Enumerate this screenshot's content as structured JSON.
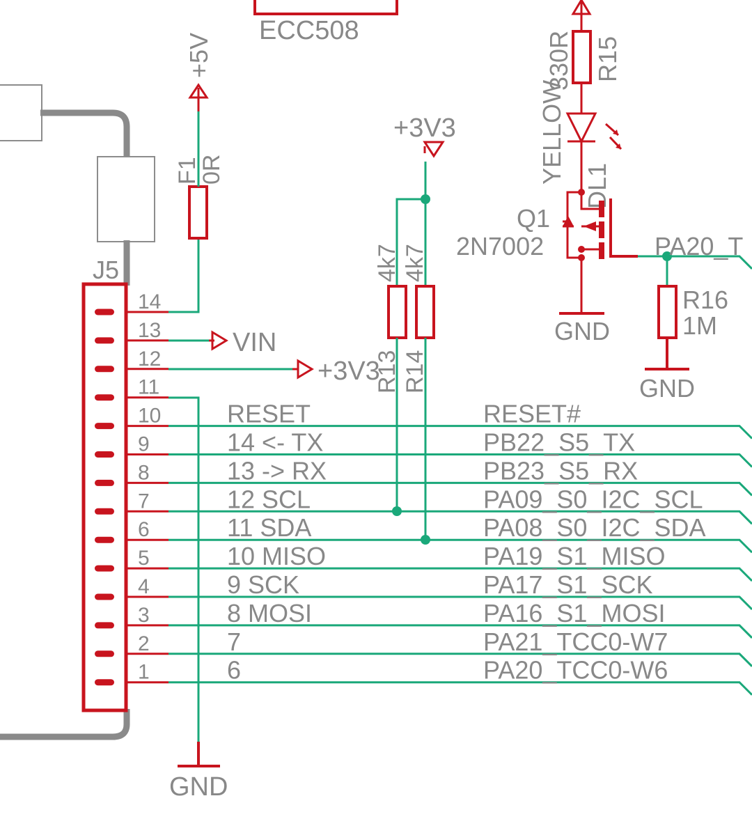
{
  "top_label": "ECC508",
  "connector": {
    "ref": "J5",
    "pins": [
      "14",
      "13",
      "12",
      "11",
      "10",
      "9",
      "8",
      "7",
      "6",
      "5",
      "4",
      "3",
      "2",
      "1"
    ],
    "pin_labels": [
      "RESET",
      "14 <- TX",
      "13 -> RX",
      "12 SCL",
      "11 SDA",
      "10 MISO",
      "9 SCK",
      "8 MOSI",
      "7",
      "6"
    ],
    "net_names": [
      "RESET#",
      "PB22_S5_TX",
      "PB23_S5_RX",
      "PA09_S0_I2C_SCL",
      "PA08_S0_I2C_SDA",
      "PA19_S1_MISO",
      "PA17_S1_SCK",
      "PA16_S1_MOSI",
      "PA21_TCC0-W7",
      "PA20_TCC0-W6"
    ]
  },
  "power": {
    "plus5v": "+5V",
    "vin": "VIN",
    "plus3v3_pin": "+3V3",
    "plus3v3_top": "+3V3",
    "gnd_main": "GND",
    "gnd_q1": "GND",
    "gnd_r16": "GND"
  },
  "components": {
    "f1": {
      "ref": "F1",
      "value": "0R"
    },
    "r13": {
      "ref": "R13",
      "value": "4k7"
    },
    "r14": {
      "ref": "R14",
      "value": "4k7"
    },
    "r15": {
      "ref": "R15",
      "value": "330R"
    },
    "led": {
      "ref": "DL1",
      "value": "YELLOW"
    },
    "q1": {
      "ref": "Q1",
      "value": "2N7002"
    },
    "r16": {
      "ref": "R16",
      "value": "1M"
    }
  },
  "net_pa20_partial": "PA20_T"
}
